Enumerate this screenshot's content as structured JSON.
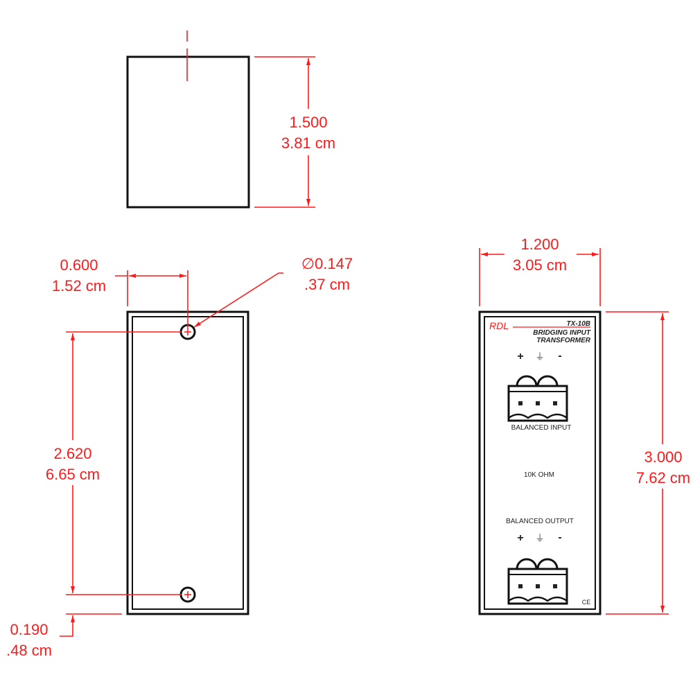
{
  "drawing": {
    "title": "TX-10B dimensional drawing",
    "accent_color": "#ff1a1a",
    "line_color": "#111111"
  },
  "top_view": {
    "height_dim": {
      "inches": "1.500",
      "cm": "3.81 cm"
    }
  },
  "side_view": {
    "hole_spacing_x_dim": {
      "inches": "0.600",
      "cm": "1.52 cm"
    },
    "hole_diameter_dim": {
      "inches": "∅0.147",
      "cm": ".37 cm"
    },
    "hole_spacing_y_dim": {
      "inches": "2.620",
      "cm": "6.65 cm"
    },
    "bottom_offset_dim": {
      "inches": "0.190",
      "cm": ".48 cm"
    }
  },
  "front_panel": {
    "width_dim": {
      "inches": "1.200",
      "cm": "3.05 cm"
    },
    "height_dim": {
      "inches": "3.000",
      "cm": "7.62 cm"
    },
    "brand": "RDL",
    "model": "TX-10B",
    "product_line1": "BRIDGING INPUT",
    "product_line2": "TRANSFORMER",
    "input_label": "BALANCED INPUT",
    "impedance_label": "10K  OHM",
    "output_label": "BALANCED OUTPUT",
    "pin_labels": [
      "+",
      "⏚",
      "-"
    ],
    "ce_mark": "CE"
  }
}
